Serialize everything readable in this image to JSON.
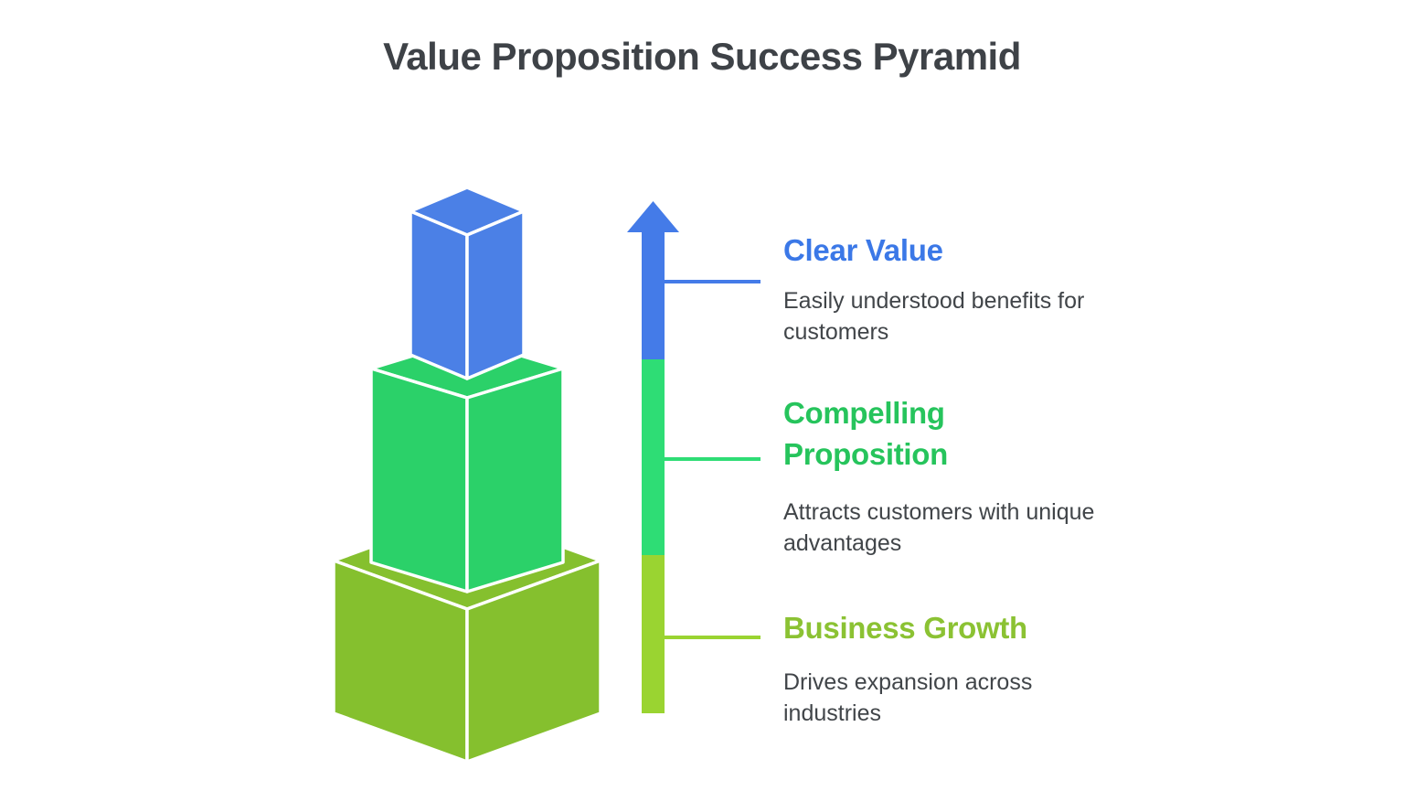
{
  "title": "Value Proposition Success Pyramid",
  "sections": [
    {
      "id": "clear-value",
      "heading": "Clear Value",
      "description": "Easily understood benefits for customers",
      "accent_color": "#3b78e7"
    },
    {
      "id": "compelling-proposition",
      "heading": "Compelling Proposition",
      "description": "Attracts customers with unique advantages",
      "accent_color": "#26c45c"
    },
    {
      "id": "business-growth",
      "heading": "Business Growth",
      "description": "Drives expansion across industries",
      "accent_color": "#8bc233"
    }
  ],
  "pyramid": {
    "levels": [
      {
        "name": "top-block",
        "label_ref": "Clear Value",
        "color": "#4b80e6"
      },
      {
        "name": "middle-block",
        "label_ref": "Compelling Proposition",
        "color": "#2bd169"
      },
      {
        "name": "bottom-block",
        "label_ref": "Business Growth",
        "color": "#85c02e"
      }
    ],
    "edge_color": "#ffffff"
  },
  "arrow": {
    "direction": "up",
    "head_color": "#447be8",
    "segments": [
      {
        "name": "blue-segment",
        "color": "#447be8"
      },
      {
        "name": "green-segment",
        "color": "#2edd75"
      },
      {
        "name": "lime-segment",
        "color": "#9ad431"
      }
    ],
    "ticks": [
      {
        "name": "blue-tick",
        "color": "#447be8"
      },
      {
        "name": "green-tick",
        "color": "#2edd75"
      },
      {
        "name": "lime-tick",
        "color": "#9ad431"
      }
    ]
  }
}
